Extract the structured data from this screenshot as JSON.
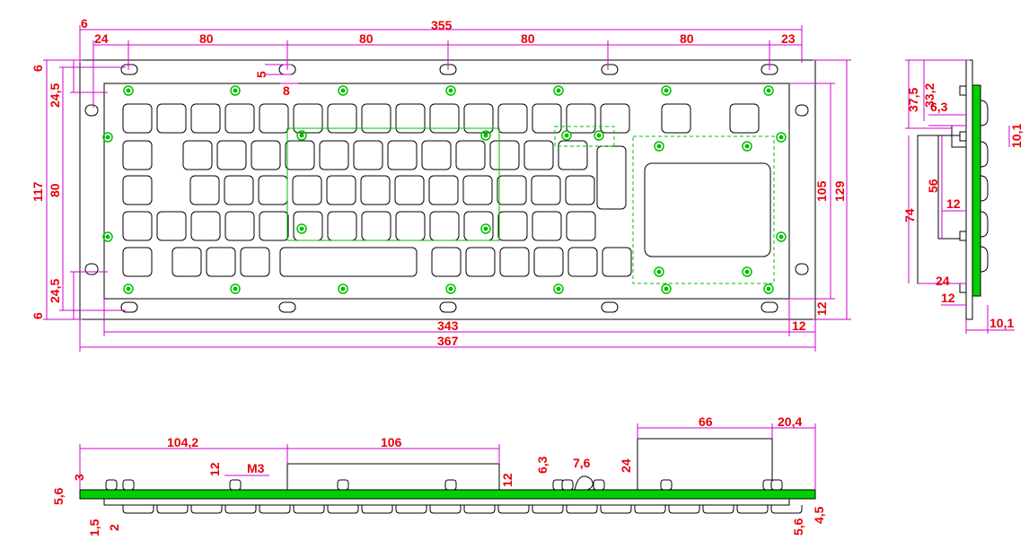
{
  "drawing": {
    "front": {
      "top": [
        "6",
        "24",
        "80",
        "80",
        "80",
        "80",
        "23",
        "355"
      ],
      "left": [
        "6",
        "24,5",
        "117",
        "80",
        "24,5",
        "6",
        "5",
        "8"
      ],
      "right": [
        "105",
        "129"
      ],
      "bottom": [
        "343",
        "367",
        "12",
        "12"
      ]
    },
    "side": [
      "37,5",
      "33,2",
      "6,3",
      "10,1",
      "56",
      "74",
      "12",
      "24",
      "12",
      "10,1"
    ],
    "bottom_view": [
      "104,2",
      "106",
      "66",
      "20,4",
      "3",
      "5,6",
      "1,5",
      "2",
      "12",
      "M3",
      "12",
      "6,3",
      "7,6",
      "24",
      "5,6",
      "4,5"
    ]
  },
  "colors": {
    "dimension": "#e8000b",
    "extension": "#d000d0",
    "outline": "#000000",
    "pcb": "#00c000"
  }
}
